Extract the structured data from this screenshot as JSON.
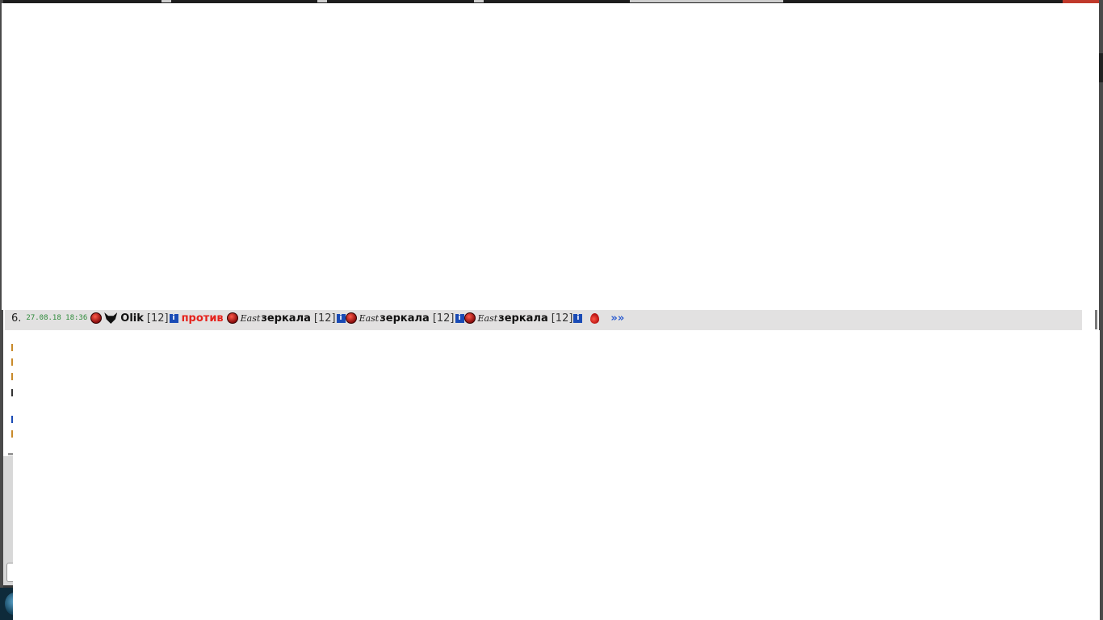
{
  "log_entry": {
    "number": "6.",
    "timestamp": "27.08.18 18:36",
    "player": {
      "name": "Olik",
      "level": "[12]",
      "info_icon": "info-icon"
    },
    "versus": "против",
    "opponents": [
      {
        "clan_tag": "East",
        "name": "зеркала",
        "level": "[12]"
      },
      {
        "clan_tag": "East",
        "name": "зеркала",
        "level": "[12]"
      },
      {
        "clan_tag": "East",
        "name": "зеркала",
        "level": "[12]"
      }
    ],
    "status_icon": "blood-drop-icon",
    "more_link": "»»"
  },
  "colors": {
    "versus": "#e5221c",
    "timestamp": "#2e8b3a",
    "row_background": "#e2e1e1",
    "link": "#2a5bd0"
  }
}
